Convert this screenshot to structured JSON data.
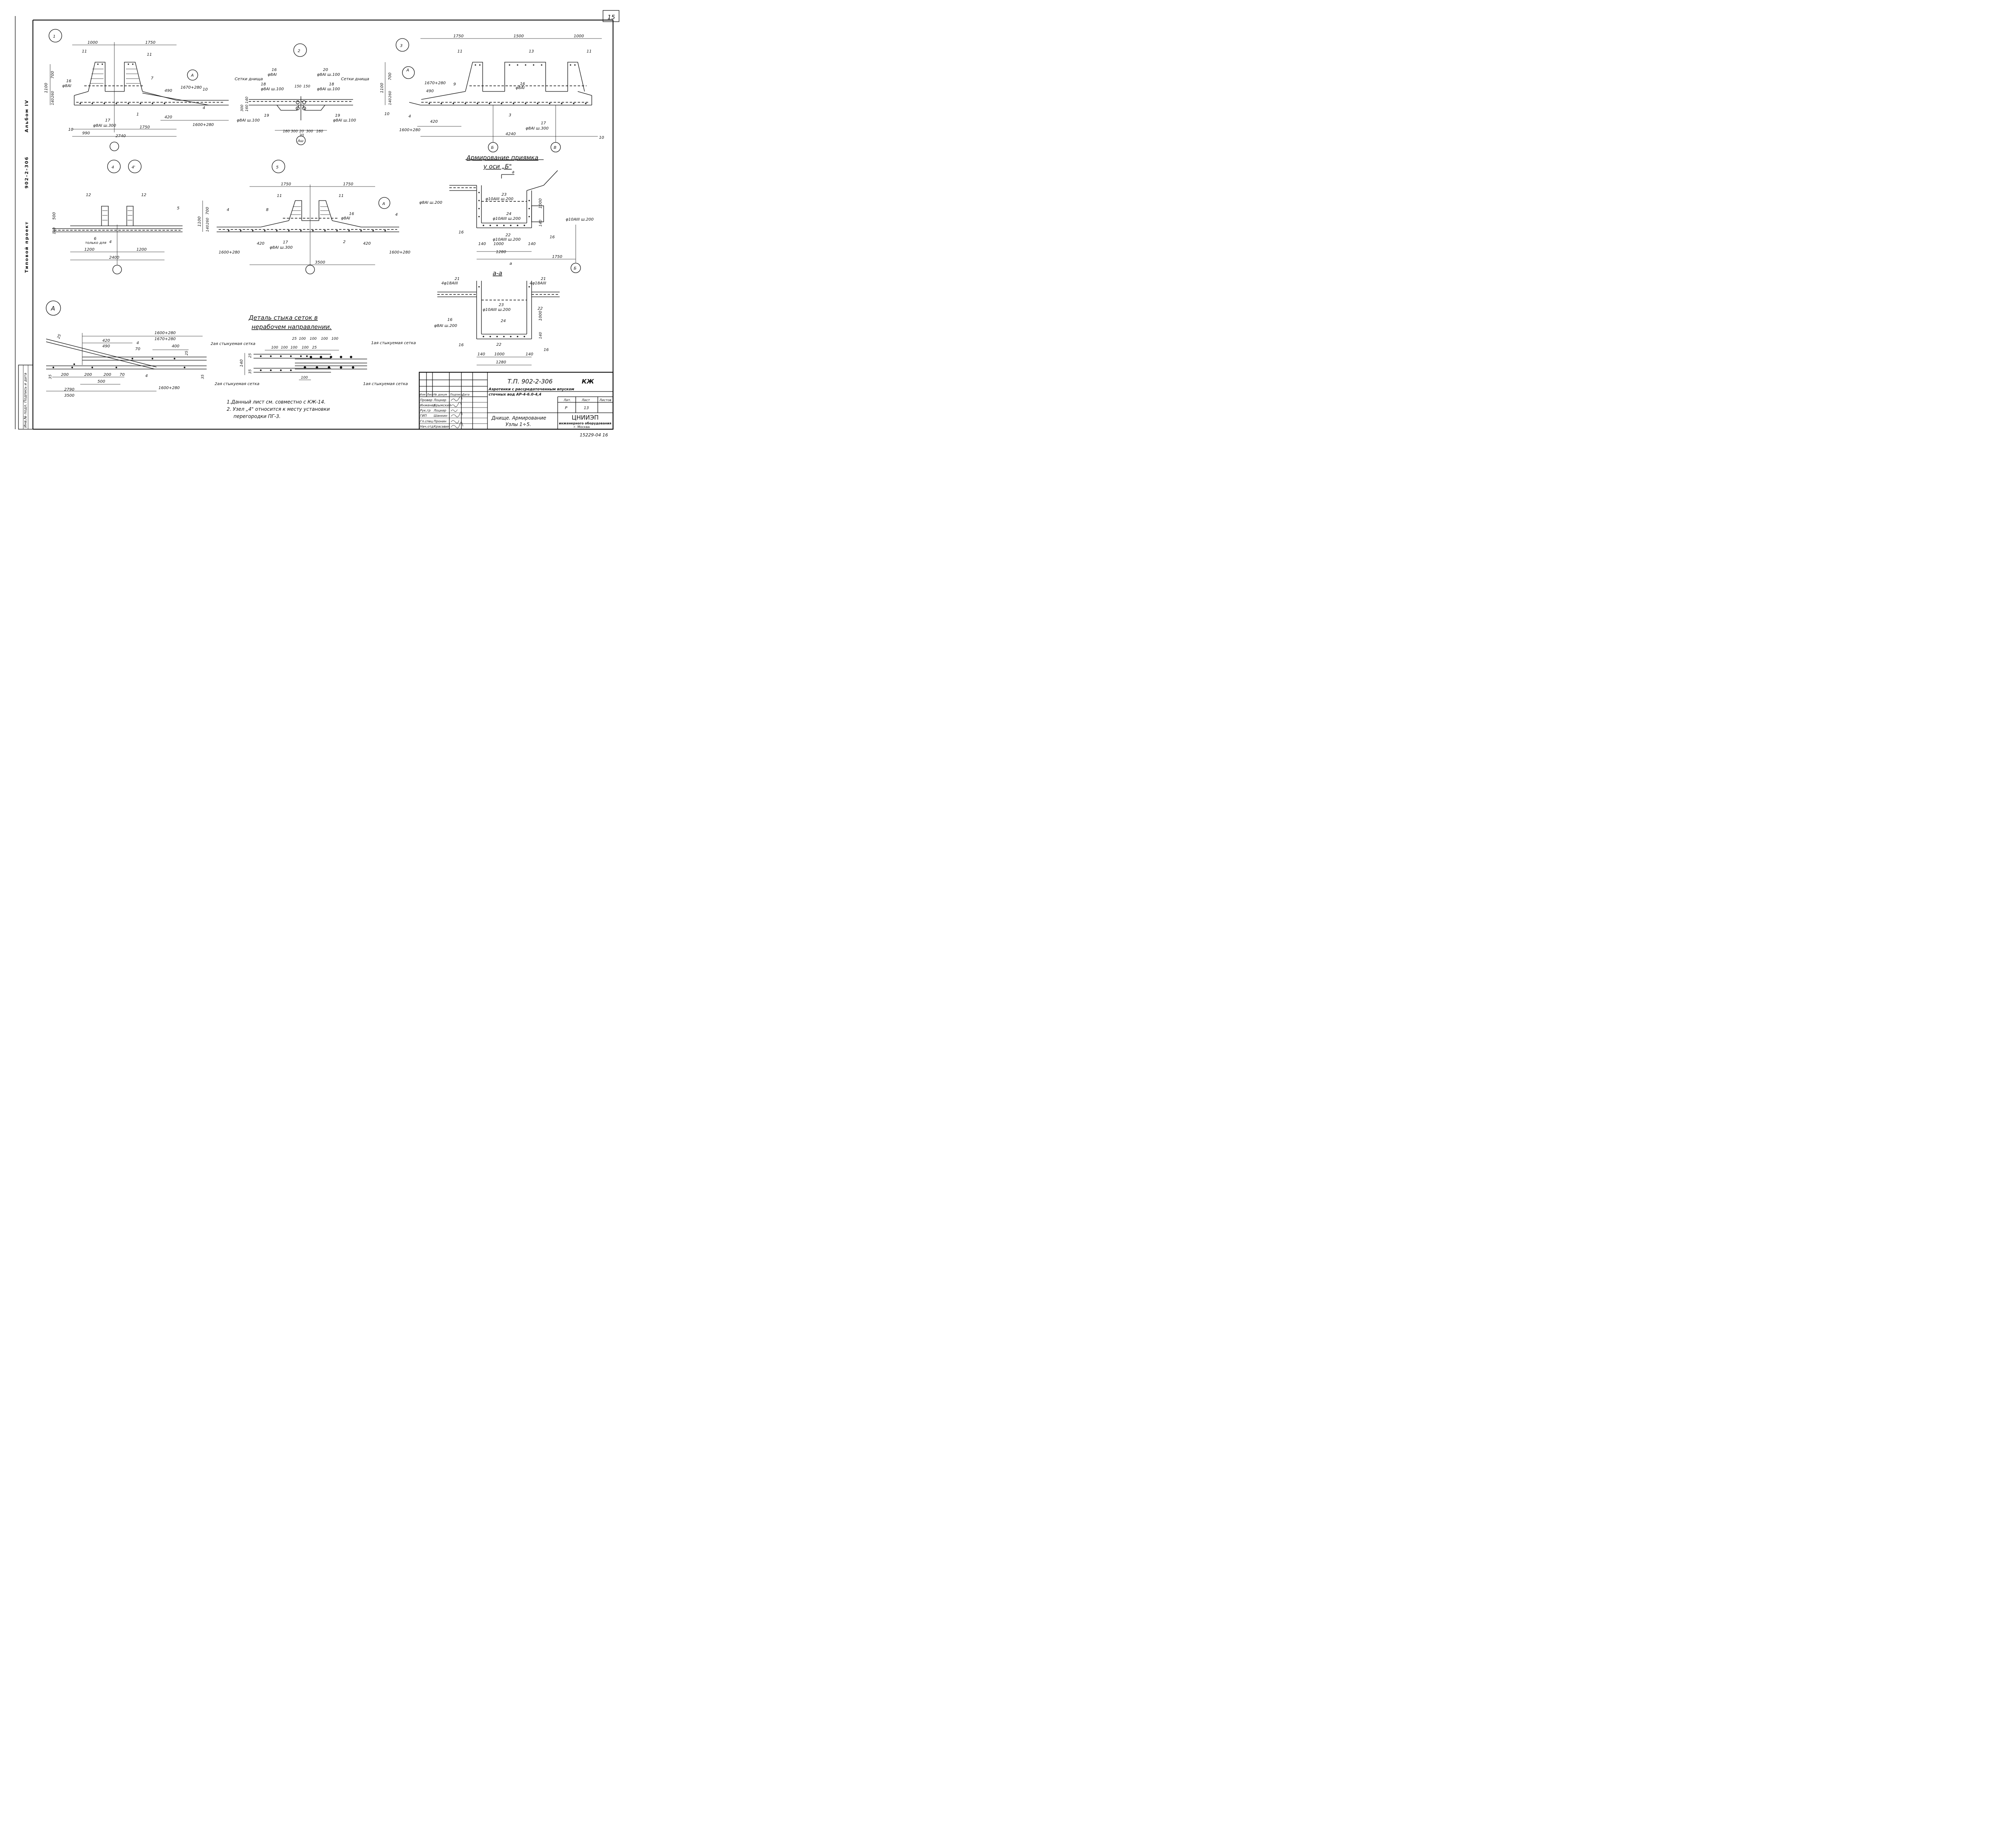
{
  "sheet": {
    "page_number": "15",
    "side_series": "Типовой проект",
    "side_project": "902-2-306",
    "side_album": "Альбом IV",
    "side_stamp": "Инв.№ подл. Подпись и дата",
    "bottom_number": "15229-04 16"
  },
  "node1": {
    "marker": "1",
    "dims": [
      "1000",
      "1750",
      "1100",
      "700",
      "140",
      "260",
      "490",
      "1670+280",
      "420",
      "1600+280",
      "10",
      "990",
      "1750",
      "2740"
    ],
    "labels": [
      "11",
      "11",
      "7",
      "16",
      "φ8AI",
      "17",
      "φ8AI ш.300",
      "1",
      "10",
      "4"
    ],
    "axis_callout": "А"
  },
  "node2": {
    "marker": "2",
    "labels": [
      "Сетки днища",
      "Сетки днища",
      "16",
      "φ8AI",
      "20",
      "φ8AI ш.100",
      "18",
      "φ8AI ш.100",
      "18",
      "φ8AI ш.100",
      "19",
      "φ8AI ш.100",
      "19",
      "φ8AI ш.100",
      "Аш"
    ],
    "dims": [
      "150",
      "150",
      "300",
      "160",
      "140",
      "160",
      "300",
      "20",
      "300",
      "160",
      "20"
    ]
  },
  "node3": {
    "marker": "3",
    "dims": [
      "1750",
      "1500",
      "1000",
      "1100",
      "700",
      "140",
      "260",
      "1670+280",
      "490",
      "420",
      "1600+280",
      "4240",
      "10"
    ],
    "labels": [
      "11",
      "13",
      "11",
      "9",
      "16",
      "φ8AI",
      "10",
      "4",
      "3",
      "17",
      "φ8AI ш.300",
      "Б",
      "В"
    ],
    "axis_callout": "А"
  },
  "node4": {
    "markers": [
      "4",
      "4'"
    ],
    "dims": [
      "500",
      "140",
      "1200",
      "1200",
      "2400"
    ],
    "labels": [
      "12",
      "12",
      "5",
      "6",
      "только для",
      "4"
    ]
  },
  "node5": {
    "marker": "5",
    "dims": [
      "1750",
      "1750",
      "1100",
      "700",
      "140",
      "260",
      "420",
      "420",
      "1600+280",
      "1600+280",
      "3500"
    ],
    "labels": [
      "11",
      "11",
      "4",
      "4",
      "8",
      "16",
      "φ8AI",
      "17",
      "φ8AI ш.300",
      "2"
    ],
    "axis_callout": "А"
  },
  "pit": {
    "title_line1": "Армирование приямка",
    "title_line2": "у оси „Б\"",
    "section_mark": "а",
    "labels": [
      "φ8AI ш.200",
      "23",
      "φ10AIII ш.200",
      "24",
      "φ10AIII ш.200",
      "22",
      "φ10AIII ш.200",
      "1000",
      "16",
      "16",
      "φ10AIII ш.200",
      "1000",
      "140",
      "140"
    ],
    "dims": [
      "140",
      "1000",
      "140",
      "1280",
      "1750",
      "140",
      "1000"
    ],
    "axis": "Б"
  },
  "section_aa": {
    "title": "а-а",
    "labels": [
      "21",
      "4φ18AIII",
      "21",
      "4φ18AIII",
      "23",
      "φ10AIII ш.200",
      "22",
      "16",
      "φ8AI ш.200",
      "24",
      "16",
      "16",
      "22"
    ],
    "dims": [
      "1000",
      "140",
      "140",
      "1000",
      "140",
      "1280"
    ]
  },
  "detailA": {
    "marker": "А",
    "dims": [
      "1600+280",
      "1670+280",
      "420",
      "490",
      "400",
      "25",
      "200",
      "200",
      "200",
      "70",
      "500",
      "35",
      "35",
      "25",
      "2790",
      "3500",
      "1600+280"
    ],
    "labels": [
      "4",
      "70",
      "4"
    ]
  },
  "mesh_joint": {
    "title_line1": "Деталь стыка сеток в",
    "title_line2": "нерабочем направлении.",
    "left_top": "2ая стыкуемая сетка",
    "left_bottom": "2ая стыкуемая сетка",
    "right_top": "1ая стыкуемая сетка",
    "right_bottom": "1ая стыкуемая сетка",
    "dims": [
      "25",
      "100",
      "100",
      "100",
      "100",
      "100",
      "100",
      "100",
      "100",
      "25",
      "140",
      "25",
      "35",
      "100"
    ]
  },
  "notes": [
    "1.Данный лист см. совместно с КЖ-14.",
    "2. Узел „4\" относится к месту установки",
    "перегородки ПГ-3."
  ],
  "title_block": {
    "code": "Т.П. 902-2-306",
    "mark": "КЖ",
    "project_name_1": "Аэротенки с рассредоточенным впуском",
    "project_name_2": "сточных вод АР-4-6.0-4,4",
    "headers": [
      "Изм",
      "Лист",
      "№ докум",
      "Подпись",
      "Дата"
    ],
    "roles": [
      "Провер",
      "Инженер",
      "Рук.гр",
      "ГИП",
      "Гл.спец",
      "Нач.отд"
    ],
    "names": [
      "Лоцкер",
      "Крымский",
      "Лоцкер",
      "Шанкин",
      "Пронин",
      "Красавин"
    ],
    "stage_label": "Лит.",
    "sheet_label": "Лист",
    "sheets_label": "Листов",
    "stage": "Р",
    "sheet": "13",
    "sheets": "",
    "drawing_title_1": "Днище. Армирование",
    "drawing_title_2": "Узлы 1÷5.",
    "org_1": "ЦНИИЭП",
    "org_2": "инженерного оборудования",
    "org_3": "г. Москва"
  }
}
